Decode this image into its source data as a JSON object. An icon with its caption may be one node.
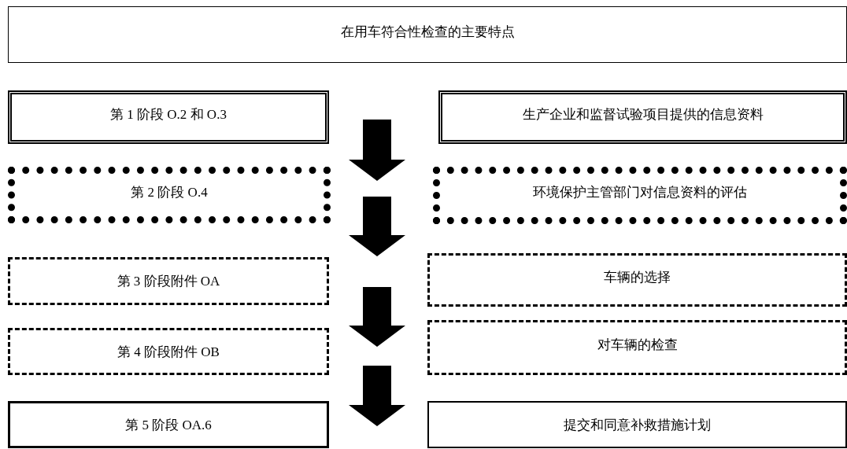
{
  "diagram": {
    "nodes": [
      {
        "text": [
          "在用车符合性检查的主要特点"
        ]
      },
      {
        "text": [
          "第 1 阶段 O.2 和 O.3"
        ]
      },
      {
        "text": [
          "生产企业和监督试验项目提供的信息资料"
        ]
      },
      {
        "text": [
          "第 2 阶段 O.4"
        ]
      },
      {
        "text": [
          "环境保护主管部门对信息资料的评估"
        ]
      },
      {
        "text": [
          "第 3 阶段附件 OA"
        ]
      },
      {
        "text": [
          "车辆的选择"
        ]
      },
      {
        "text": [
          "第 4 阶段附件 OB"
        ]
      },
      {
        "text": [
          "对车辆的检查"
        ]
      },
      {
        "text": [
          "第 5 阶段 OA.6"
        ]
      },
      {
        "text": [
          "提交和同意补救措施计划"
        ]
      }
    ],
    "edges": [
      {
        "from": 1,
        "to": 3,
        "arrow": "to"
      },
      {
        "from": 3,
        "to": 5,
        "arrow": "to"
      },
      {
        "from": 5,
        "to": 7,
        "arrow": "to"
      },
      {
        "from": 7,
        "to": 9,
        "arrow": "to"
      }
    ]
  }
}
